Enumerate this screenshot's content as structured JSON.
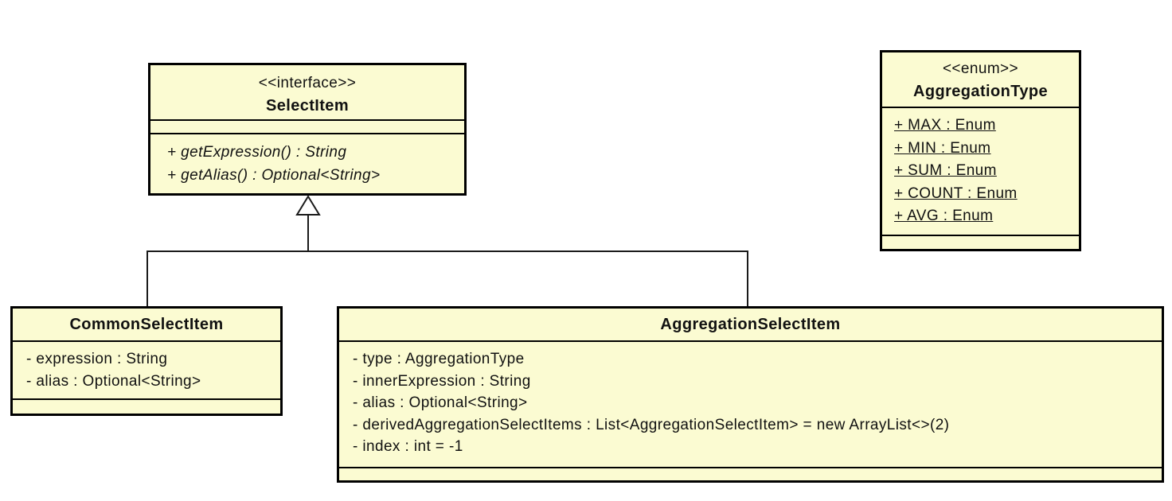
{
  "diagram": {
    "type": "uml-class-diagram",
    "colors": {
      "box_fill": "#fbfbd2",
      "border": "#000000",
      "background": "#ffffff",
      "text": "#111111"
    },
    "classes": {
      "select_item": {
        "stereotype": "<<interface>>",
        "name": "SelectItem",
        "attributes": [],
        "methods": [
          "+ getExpression() : String",
          "+ getAlias() : Optional<String>"
        ]
      },
      "aggregation_type": {
        "stereotype": "<<enum>>",
        "name": "AggregationType",
        "attributes": [
          "+ MAX : Enum",
          "+ MIN : Enum",
          "+ SUM : Enum",
          "+ COUNT : Enum",
          "+ AVG : Enum"
        ],
        "methods": []
      },
      "common_select_item": {
        "name": "CommonSelectItem",
        "attributes": [
          "- expression : String",
          "- alias : Optional<String>"
        ],
        "methods": []
      },
      "aggregation_select_item": {
        "name": "AggregationSelectItem",
        "attributes": [
          "- type : AggregationType",
          "- innerExpression : String",
          "- alias : Optional<String>",
          "- derivedAggregationSelectItems : List<AggregationSelectItem> = new ArrayList<>(2)",
          "- index : int = -1"
        ],
        "methods": []
      }
    },
    "relationships": [
      {
        "type": "generalization",
        "from": "CommonSelectItem",
        "to": "SelectItem"
      },
      {
        "type": "generalization",
        "from": "AggregationSelectItem",
        "to": "SelectItem"
      }
    ]
  }
}
